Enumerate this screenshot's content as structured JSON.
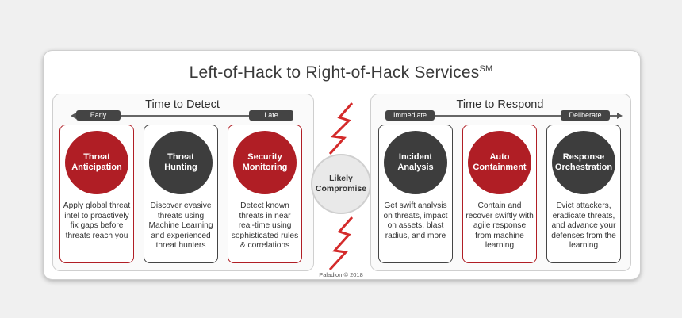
{
  "title": "Left-of-Hack to Right-of-Hack Services",
  "title_mark": "SM",
  "detect": {
    "title": "Time to Detect",
    "start_label": "Early",
    "end_label": "Late",
    "items": [
      {
        "name": "Threat Anticipation",
        "line1": "Threat",
        "line2": "Anticipation",
        "color": "red",
        "desc": "Apply global threat intel to proactively fix gaps before threats reach you"
      },
      {
        "name": "Threat Hunting",
        "line1": "Threat",
        "line2": "Hunting",
        "color": "dark",
        "desc": "Discover evasive threats using Machine Learning and experienced threat hunters"
      },
      {
        "name": "Security Monitoring",
        "line1": "Security",
        "line2": "Monitoring",
        "color": "red",
        "desc": "Detect known threats in near real-time using sophisticated rules & correlations"
      }
    ]
  },
  "respond": {
    "title": "Time to Respond",
    "start_label": "Immediate",
    "end_label": "Deliberate",
    "items": [
      {
        "name": "Incident Analysis",
        "line1": "Incident",
        "line2": "Analysis",
        "color": "dark",
        "desc": "Get swift analysis on threats, impact on assets, blast radius, and more"
      },
      {
        "name": "Auto Containment",
        "line1": "Auto",
        "line2": "Containment",
        "color": "red",
        "desc": "Contain and recover swiftly with agile response from machine learning"
      },
      {
        "name": "Response Orchestration",
        "line1": "Response",
        "line2": "Orchestration",
        "color": "dark",
        "desc": "Evict attackers, eradicate threats, and advance your defenses from the learning"
      }
    ]
  },
  "center": {
    "line1": "Likely",
    "line2": "Compromise"
  },
  "footer": "Paladion © 2018",
  "colors": {
    "red": "#b01e25",
    "dark": "#3d3d3d",
    "bolt": "#d42a2a"
  }
}
